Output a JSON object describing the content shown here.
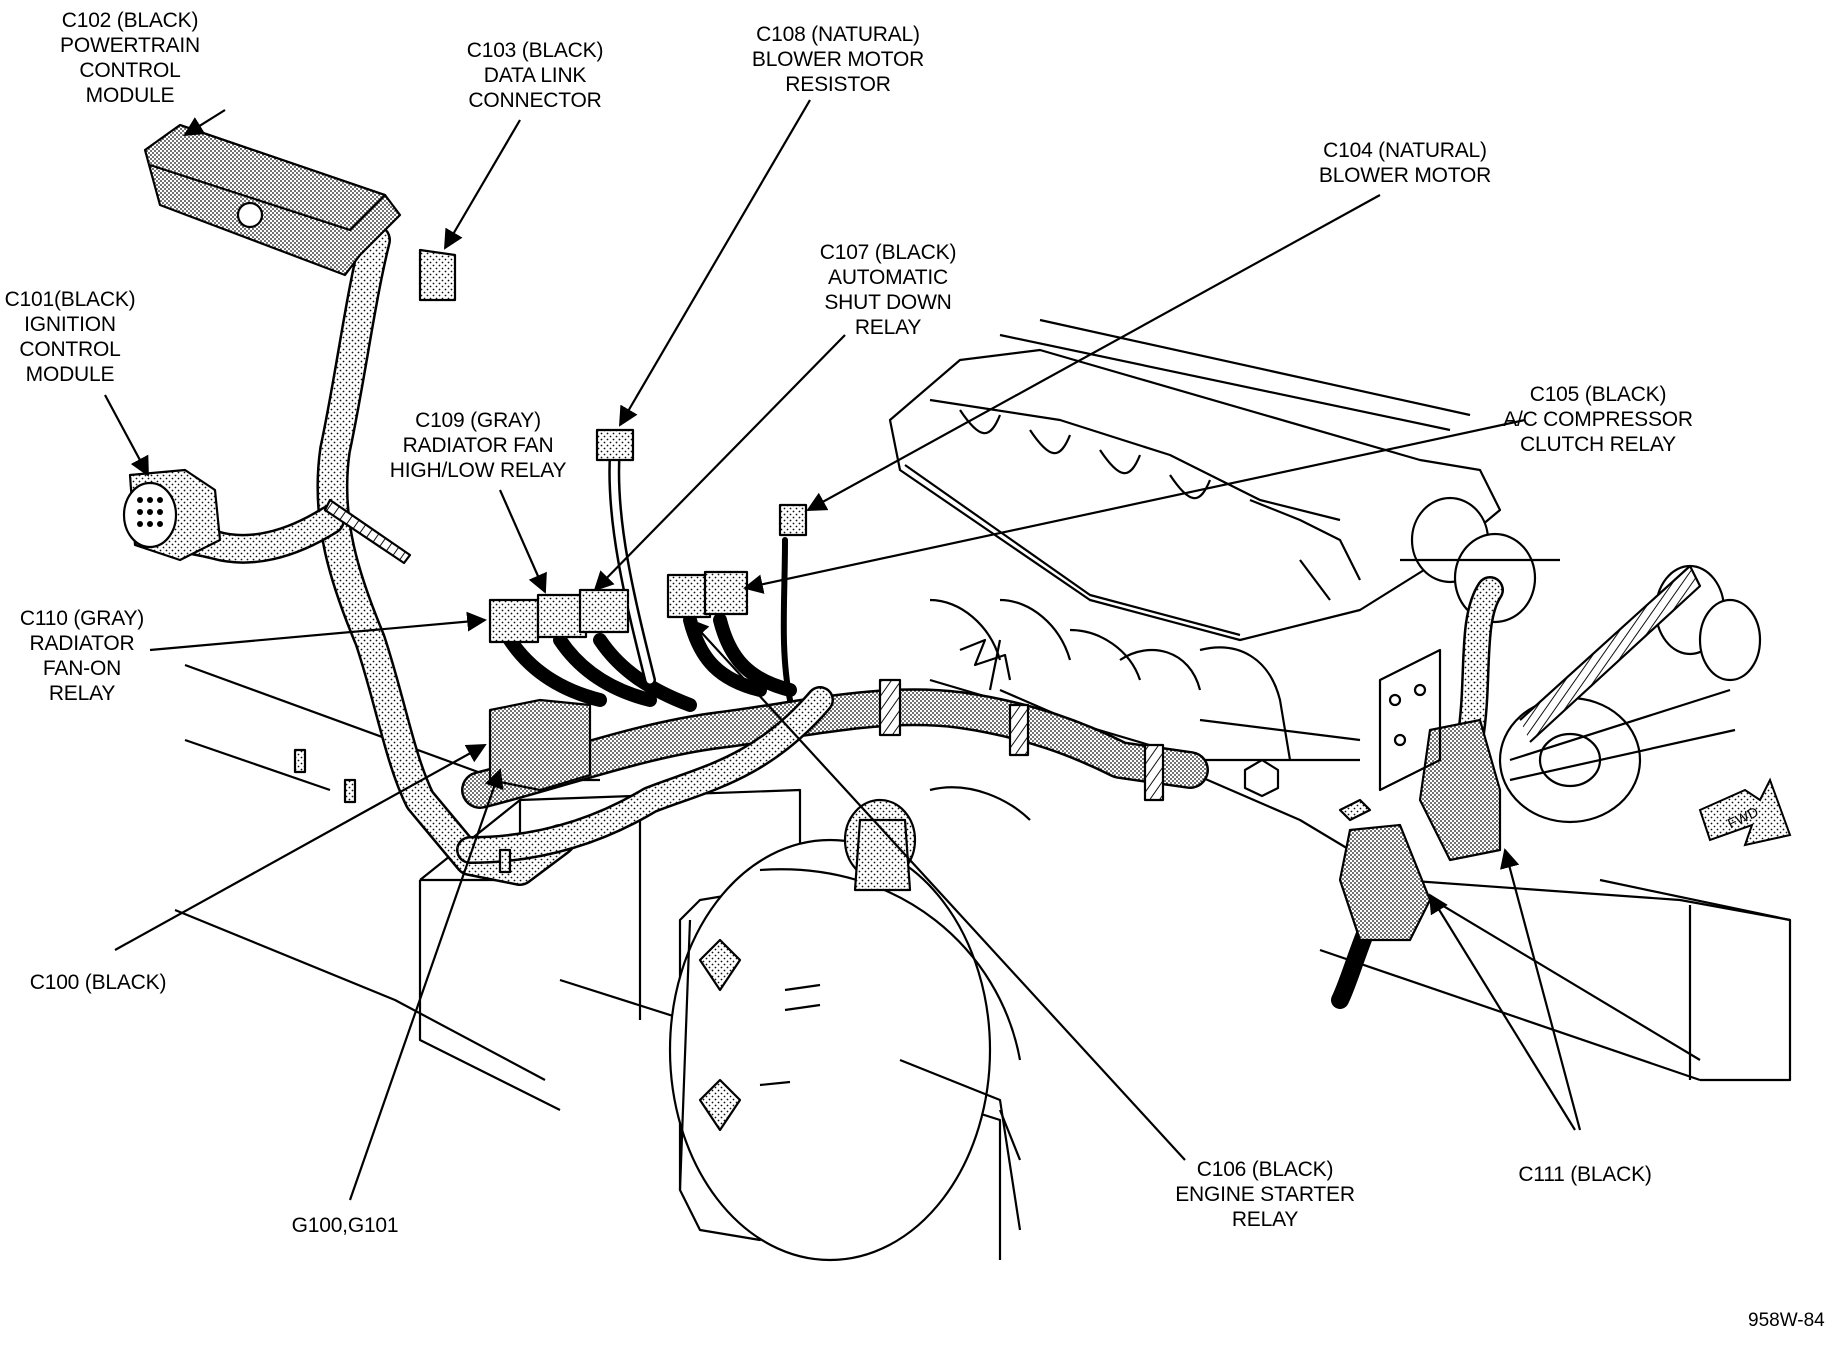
{
  "callouts": [
    {
      "id": "c102",
      "lines": [
        "C102 (BLACK)",
        "POWERTRAIN",
        "CONTROL",
        "MODULE"
      ]
    },
    {
      "id": "c103",
      "lines": [
        "C103 (BLACK)",
        "DATA LINK",
        "CONNECTOR"
      ]
    },
    {
      "id": "c108",
      "lines": [
        "C108 (NATURAL)",
        "BLOWER MOTOR",
        "RESISTOR"
      ]
    },
    {
      "id": "c104",
      "lines": [
        "C104 (NATURAL)",
        "BLOWER MOTOR"
      ]
    },
    {
      "id": "c107",
      "lines": [
        "C107 (BLACK)",
        "AUTOMATIC",
        "SHUT DOWN",
        "RELAY"
      ]
    },
    {
      "id": "c101",
      "lines": [
        "C101(BLACK)",
        "IGNITION",
        "CONTROL",
        "MODULE"
      ]
    },
    {
      "id": "c109",
      "lines": [
        "C109 (GRAY)",
        "RADIATOR FAN",
        "HIGH/LOW RELAY"
      ]
    },
    {
      "id": "c105",
      "lines": [
        "C105 (BLACK)",
        "A/C COMPRESSOR",
        "CLUTCH RELAY"
      ]
    },
    {
      "id": "c110",
      "lines": [
        "C110 (GRAY)",
        "RADIATOR",
        "FAN-ON",
        "RELAY"
      ]
    },
    {
      "id": "c100",
      "lines": [
        "C100 (BLACK)"
      ]
    },
    {
      "id": "g100",
      "lines": [
        "G100,G101"
      ]
    },
    {
      "id": "c106",
      "lines": [
        "C106 (BLACK)",
        "ENGINE STARTER",
        "RELAY"
      ]
    },
    {
      "id": "c111",
      "lines": [
        "C111 (BLACK)"
      ]
    }
  ],
  "fwd_label": "FWD",
  "figure_code": "958W-84"
}
